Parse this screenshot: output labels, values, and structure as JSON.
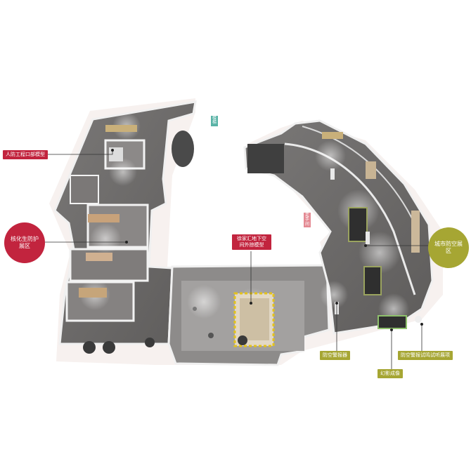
{
  "callouts": {
    "rf_gongcheng": "人防工程口部模型",
    "hehuasheng": "核化生防护展区",
    "xujiahui": "徐家汇地下空间外掠模型",
    "chengshi": "城市防空展区",
    "louti": "楼梯",
    "zoulang": "走手间",
    "fangkong_jingbaoqi": "防空警报器",
    "huanying": "幻影成像",
    "jingbao_shiming": "防空警报试鸣试听展项"
  },
  "colors": {
    "red": "#c2243e",
    "olive": "#a6a633",
    "teal": "#59b3a6",
    "pink": "#e48a93",
    "floor": "#6f6d6c",
    "wall": "#e4e4e4"
  }
}
